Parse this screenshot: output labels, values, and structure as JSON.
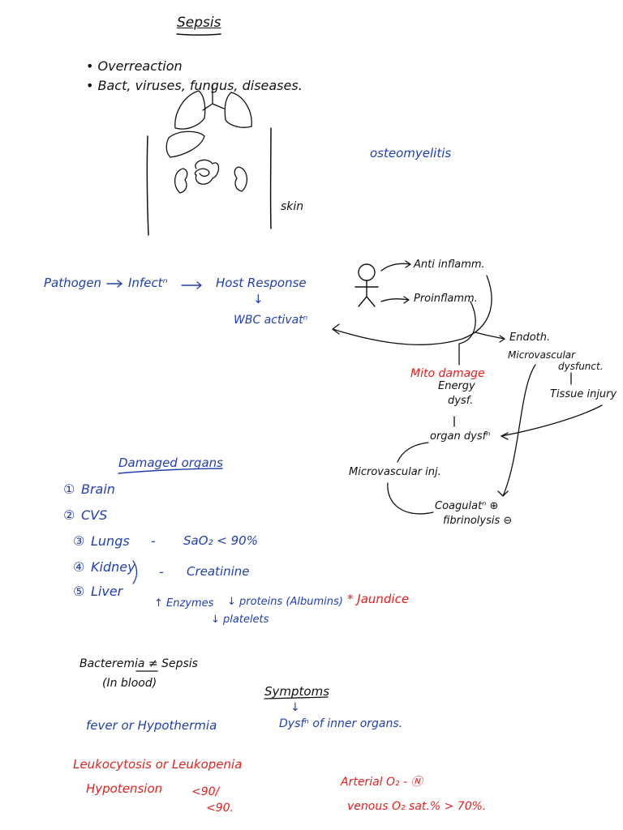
{
  "title": "Sepsis",
  "intro": {
    "line1": "• Overreaction",
    "line2": "• Bact, viruses, fungus, diseases."
  },
  "body_figure": {
    "label_skin": "skin",
    "label_osteo": "osteomyelitis"
  },
  "pathway": {
    "pathogen": "Pathogen",
    "infection": "Infectⁿ",
    "host_response": "Host Response",
    "wbc": "WBC activatⁿ",
    "anti_inflamm": "Anti inflamm.",
    "pro_inflamm": "Proinflamm.",
    "endoth": "Endoth.",
    "microvascular_dysfunc_1": "Microvascular",
    "microvascular_dysfunc_2": "dysfunct.",
    "mito_damage": "Mito damage",
    "energy_1": "Energy",
    "energy_2": "dysf.",
    "tissue_injury": "Tissue injury",
    "organ_dysf": "organ dysfⁿ",
    "microvascular_inj": "Microvascular inj.",
    "coagulation_1": "Coagulatⁿ ⊕",
    "coagulation_2": "fibrinolysis ⊖"
  },
  "damaged_organs": {
    "heading": "Damaged organs",
    "items": [
      {
        "num": "①",
        "name": "Brain",
        "detail": ""
      },
      {
        "num": "②",
        "name": "CVS",
        "detail": ""
      },
      {
        "num": "③",
        "name": "Lungs",
        "detail": "SaO₂ < 90%"
      },
      {
        "num": "④",
        "name": "Kidney",
        "detail": "Creatinine"
      },
      {
        "num": "⑤",
        "name": "Liver",
        "detail": ""
      }
    ],
    "dash": "-",
    "liver_notes": {
      "enzymes": "↑ Enzymes",
      "proteins": "↓ proteins (Albumins)",
      "platelets": "↓ platelets",
      "jaundice": "* Jaundice"
    }
  },
  "bacteremia": {
    "line1": "Bacteremia ≠ Sepsis",
    "line2": "(In blood)"
  },
  "symptoms": {
    "heading": "Symptoms",
    "arrow": "↓",
    "dysf": "Dysfⁿ of inner organs.",
    "fever": "fever or Hypothermia",
    "leuko": "Leukocytosis or Leukopenia",
    "hypo": "Hypotension",
    "bp_1": "<90/",
    "bp_2": "<90.",
    "arterial": "Arterial O₂ - Ⓝ",
    "venous": "venous O₂ sat.% > 70%."
  }
}
